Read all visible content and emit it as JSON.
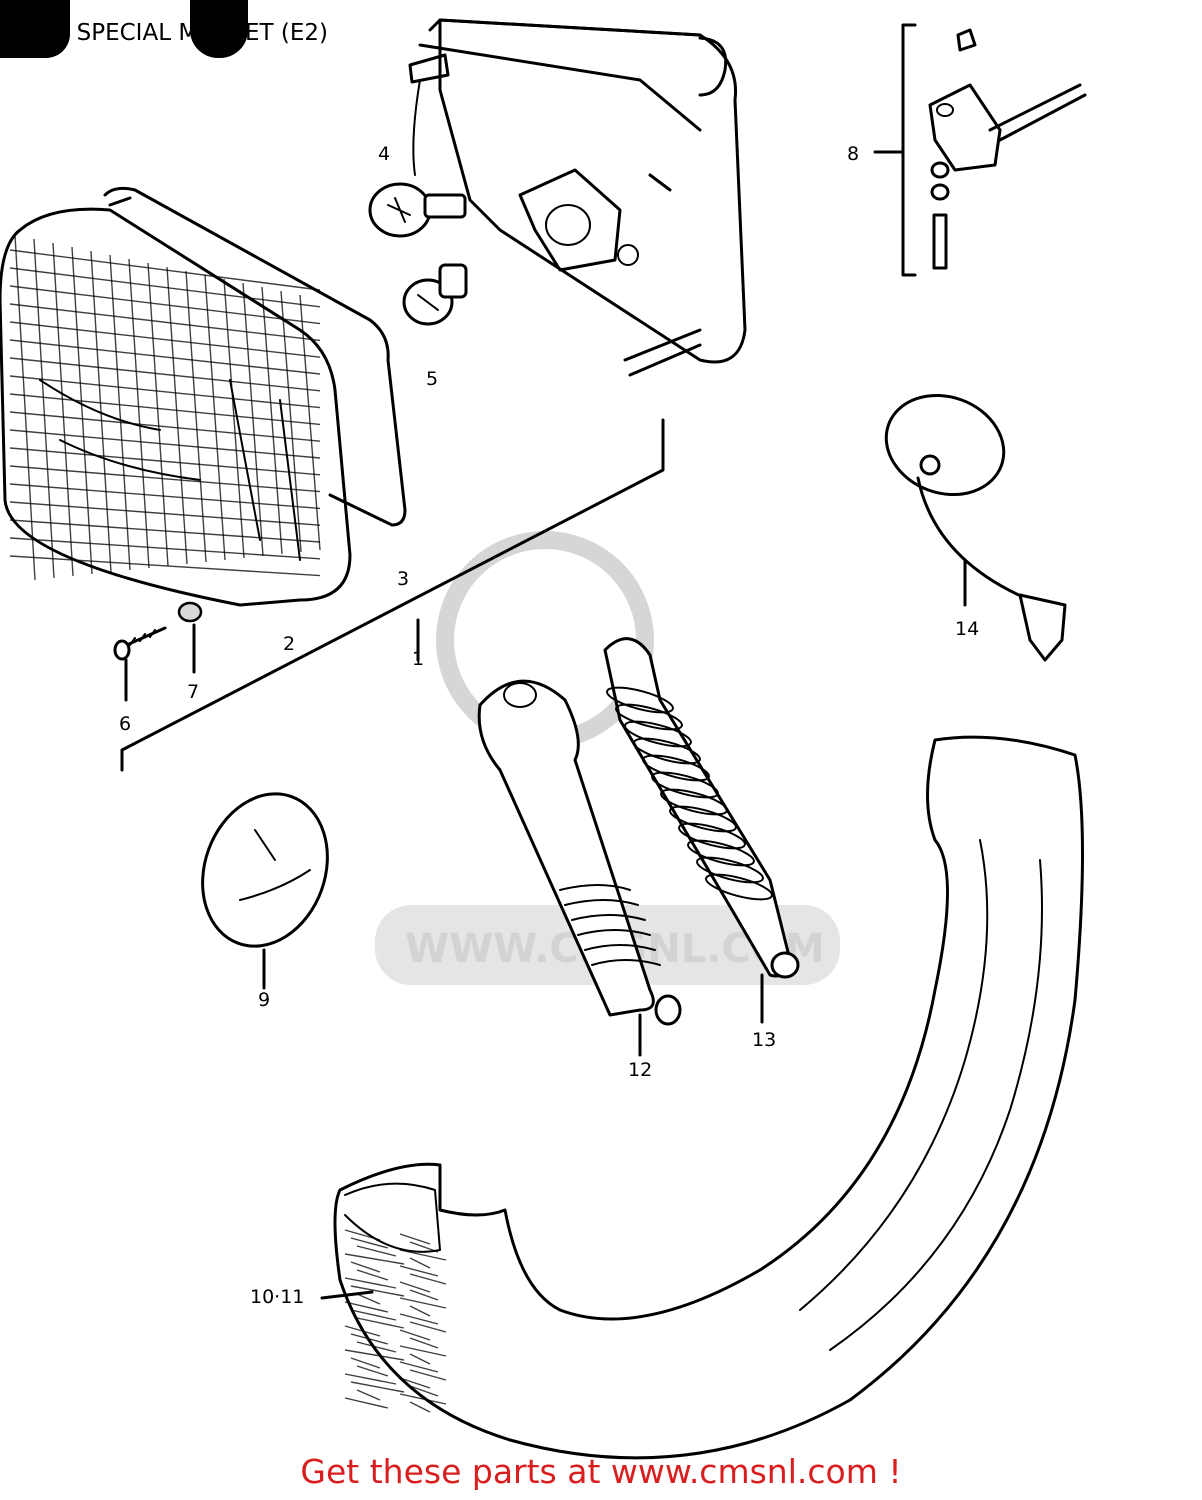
{
  "header": {
    "title": "FOR SPECIAL MARKET (E2)"
  },
  "watermark": {
    "text": "WWW.CMSNL.COM",
    "color": "#c8c8c8"
  },
  "footer": {
    "text": "Get these parts at www.cmsnl.com !",
    "color": "#d81e1e"
  },
  "callouts": [
    "1",
    "2",
    "3",
    "4",
    "5",
    "6",
    "7",
    "8",
    "9",
    "10·11",
    "12",
    "13",
    "14"
  ]
}
